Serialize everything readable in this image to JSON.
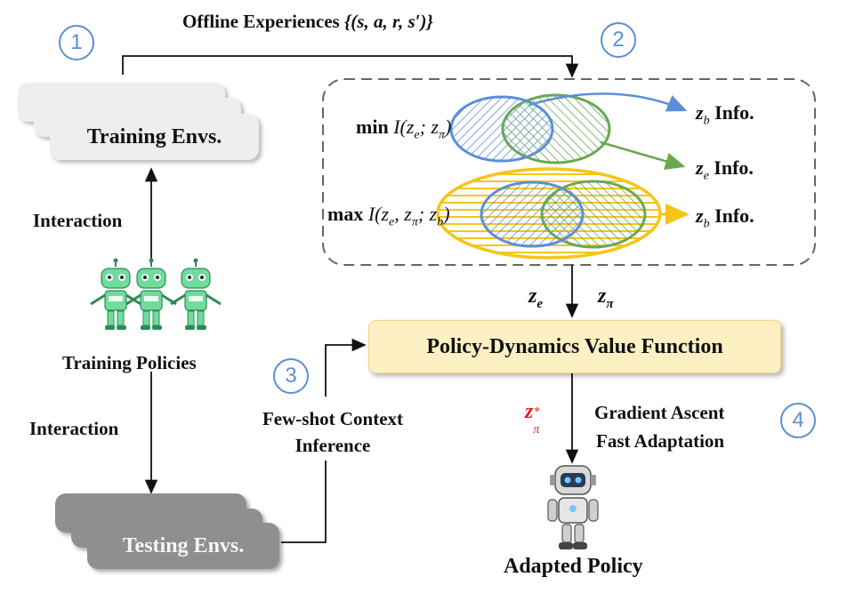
{
  "header": {
    "offline_label": "Offline Experiences",
    "offline_tuple": "{(s, a, r, s′)}"
  },
  "steps": {
    "one": "1",
    "two": "2",
    "three": "3",
    "four": "4"
  },
  "envs": {
    "training_label": "Training Envs.",
    "testing_label": "Testing Envs."
  },
  "policies": {
    "training_label": "Training Policies",
    "interaction_top": "Interaction",
    "interaction_bottom": "Interaction"
  },
  "info_box": {
    "min_op": "min",
    "min_expr": "I(z",
    "min_sub_e": "e",
    "min_sep": "; z",
    "min_sub_pi": "π",
    "min_close": ")",
    "max_op": "max",
    "max_expr": "I(z",
    "max_sub_e": "e",
    "max_sep1": ", z",
    "max_sub_pi": "π",
    "max_sep2": "; z",
    "max_sub_b": "b",
    "max_close": ")",
    "zb_info_1_var": "z",
    "zb_info_1_sub": "b",
    "zb_info_1_text": "Info.",
    "ze_info_var": "z",
    "ze_info_sub": "e",
    "ze_info_text": "Info.",
    "zb_info_2_var": "z",
    "zb_info_2_sub": "b",
    "zb_info_2_text": "Info."
  },
  "embeddings": {
    "ze_var": "z",
    "ze_sub": "e",
    "zpi_var": "z",
    "zpi_sub": "π"
  },
  "value_function": {
    "label": "Policy-Dynamics Value Function"
  },
  "context": {
    "line1": "Few-shot Context",
    "line2": "Inference"
  },
  "adaptation": {
    "zstar_var": "z",
    "zstar_sub": "π",
    "zstar_sup": "*",
    "line1": "Gradient Ascent",
    "line2": "Fast Adaptation"
  },
  "adapted": {
    "label": "Adapted Policy"
  },
  "colors": {
    "accent_blue": "#5b8fd6",
    "venn_blue": "#5b8fd6",
    "venn_green": "#6aa84f",
    "venn_yellow": "#f5c518",
    "pdvf_fill": "#fdf0c2",
    "zstar_red": "#e02020",
    "robot_green": "#6fdc9c"
  }
}
